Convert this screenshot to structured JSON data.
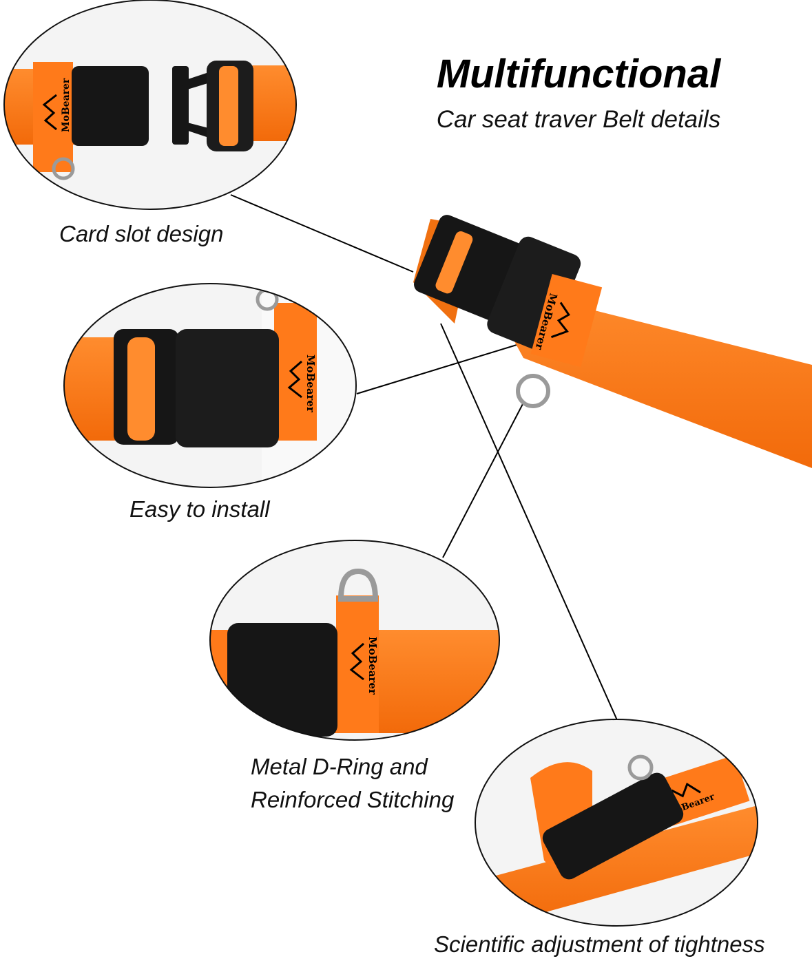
{
  "header": {
    "title": "Multifunctional",
    "subtitle": "Car seat traver Belt details"
  },
  "captions": {
    "card_slot": "Card slot design",
    "easy_install": "Easy to install",
    "d_ring_line1": "Metal D-Ring and",
    "d_ring_line2": "Reinforced Stitching",
    "adjustment": "Scientific adjustment of tightness"
  },
  "brand": {
    "name": "MoBearer"
  },
  "colors": {
    "strap_orange": "#ff7a1a",
    "buckle_black": "#161616",
    "leader_line": "#000000"
  }
}
